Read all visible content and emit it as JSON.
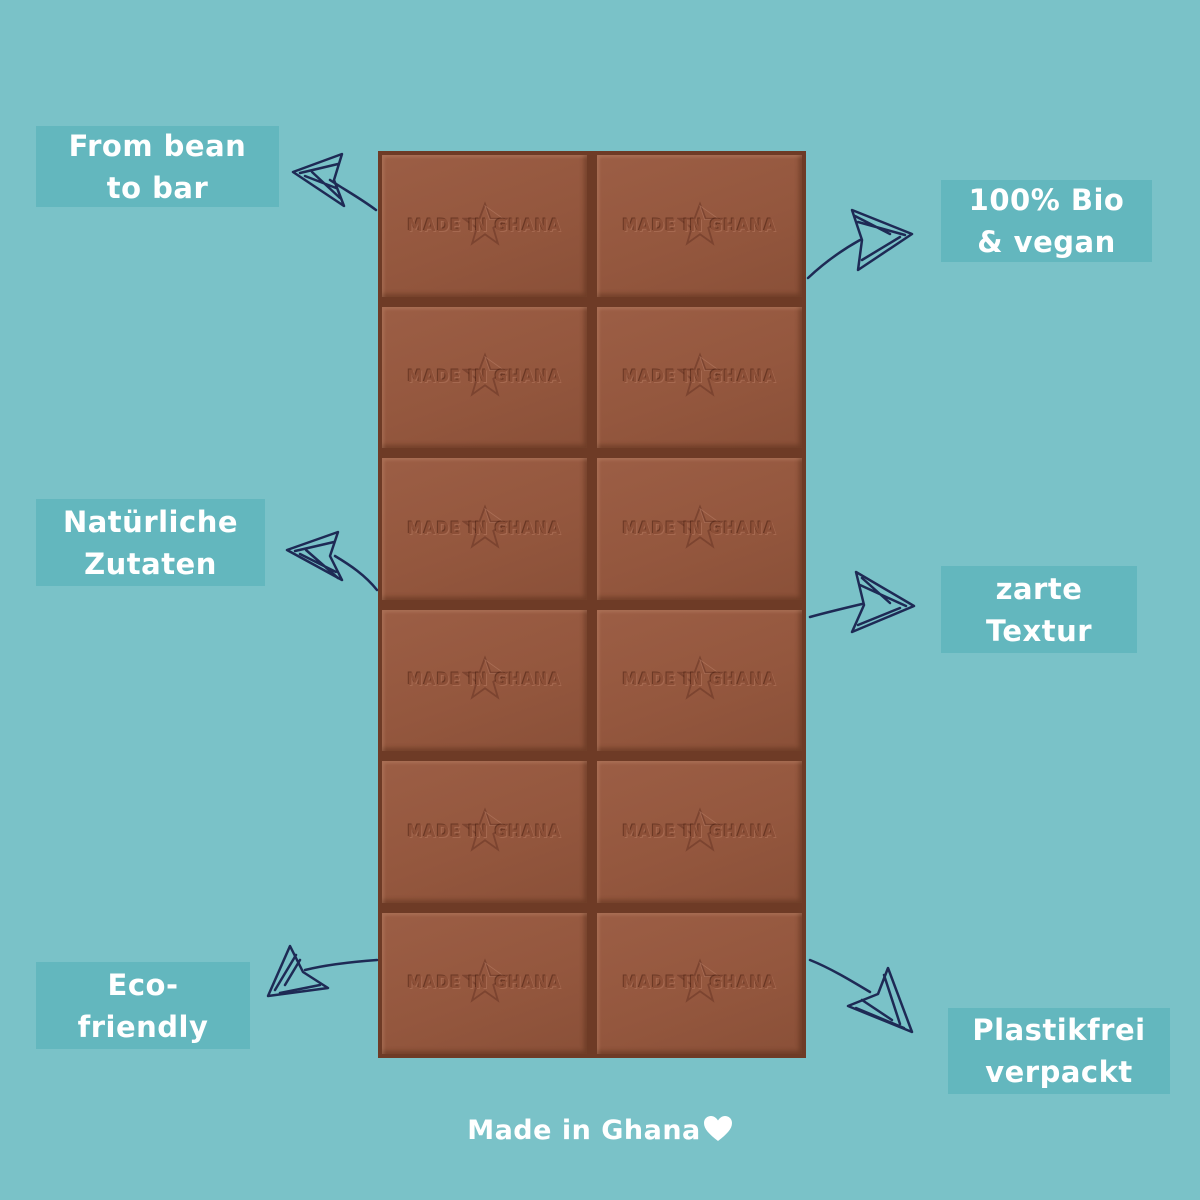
{
  "labels": {
    "top_left": [
      "From bean",
      "to bar"
    ],
    "top_right": [
      "100% Bio",
      "& vegan"
    ],
    "mid_left": [
      "Natürliche",
      "Zutaten"
    ],
    "mid_right": [
      "zarte",
      "Textur"
    ],
    "bottom_left": [
      "Eco-",
      "friendly"
    ],
    "bottom_right": [
      "Plastikfrei",
      "verpackt"
    ]
  },
  "bar": {
    "emboss_text": "MADE IN GHANA",
    "rows": 6,
    "columns": 2,
    "star_icon": "star-icon"
  },
  "footer": {
    "text": "Made in Ghana",
    "icon": "heart-icon"
  },
  "colors": {
    "background": "#7ac2c8",
    "label_box": "#63b7be",
    "label_text": "#ffffff",
    "chocolate": "#94573e",
    "arrow": "#1e2a55"
  }
}
